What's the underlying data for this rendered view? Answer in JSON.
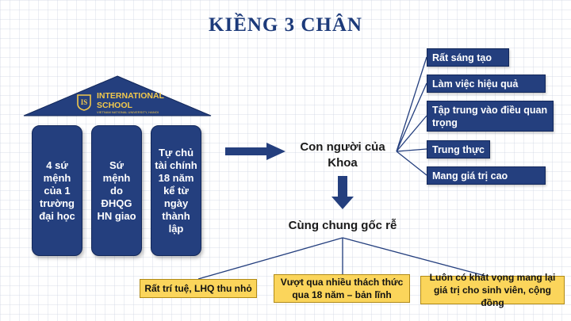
{
  "title": "KIỀNG 3 CHÂN",
  "logo": {
    "line1": "INTERNATIONAL",
    "line2": "SCHOOL",
    "sub": "VIETNAM NATIONAL UNIVERSITY, HANOI",
    "monogram": "IS"
  },
  "pillars": [
    {
      "text": "4 sứ mệnh của 1 trường đại học"
    },
    {
      "text": "Sứ mệnh do ĐHQG HN giao"
    },
    {
      "text": "Tự chủ tài chính 18 năm kể từ ngày thành lập"
    }
  ],
  "center": {
    "main": "Con người của Khoa",
    "root": "Cùng chung gốc rễ"
  },
  "qualities": [
    {
      "text": "Rất sáng tạo"
    },
    {
      "text": "Làm việc hiệu quả"
    },
    {
      "text": "Tập trung vào điều quan trọng"
    },
    {
      "text": "Trung thực"
    },
    {
      "text": "Mang giá trị cao"
    }
  ],
  "roots": [
    {
      "text": "Rất trí tuệ, LHQ thu nhỏ"
    },
    {
      "text": "Vượt qua nhiều thách thức qua 18 năm – bản lĩnh"
    },
    {
      "text": "Luôn có khát vọng mang lại giá trị cho sinh viên, cộng đồng"
    }
  ],
  "colors": {
    "navy": "#243f7e",
    "gold": "#f2c94c",
    "yellow": "#fbd55b",
    "title": "#1c3a7a"
  }
}
